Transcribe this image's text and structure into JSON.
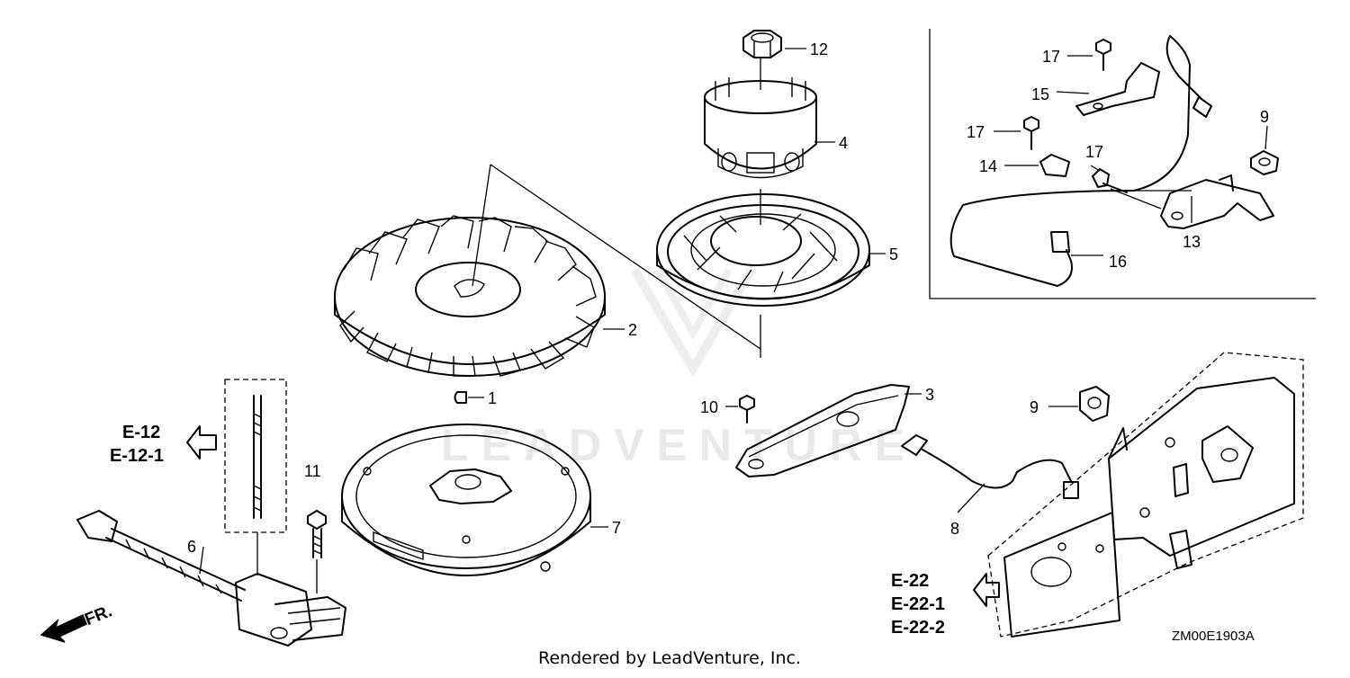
{
  "callouts": {
    "c1": "1",
    "c2": "2",
    "c3": "3",
    "c4": "4",
    "c5": "5",
    "c6": "6",
    "c7": "7",
    "c8": "8",
    "c9a": "9",
    "c9b": "9",
    "c10": "10",
    "c11": "11",
    "c12": "12",
    "c13": "13",
    "c14": "14",
    "c15": "15",
    "c16": "16",
    "c17a": "17",
    "c17b": "17",
    "c17c": "17"
  },
  "references": {
    "left": [
      "E-12",
      "E-12-1"
    ],
    "right": [
      "E-22",
      "E-22-1",
      "E-22-2"
    ]
  },
  "direction_label": "FR.",
  "diagram_code": "ZM00E1903A",
  "footer_text": "Rendered by LeadVenture, Inc.",
  "watermark": "LEADVENTURE"
}
